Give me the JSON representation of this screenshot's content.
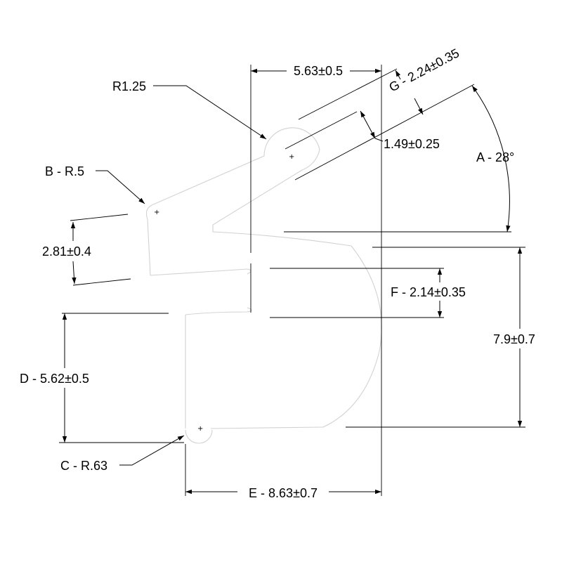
{
  "drawing": {
    "dimensions": {
      "top_width": "5.63±0.5",
      "radius_top": "R1.25",
      "g_thickness": "G - 2.24±0.35",
      "inner_thickness": "1.49±0.25",
      "angle_a": "A - 28°",
      "radius_b": "B - R.5",
      "lip_height": "2.81±0.4",
      "f_gap": "F - 2.14±0.35",
      "bulb_height": "7.9±0.7",
      "d_height": "D - 5.62±0.5",
      "radius_c": "C - R.63",
      "e_width": "E - 8.63±0.7"
    },
    "center_marks": [
      "+",
      "+",
      "+"
    ]
  }
}
